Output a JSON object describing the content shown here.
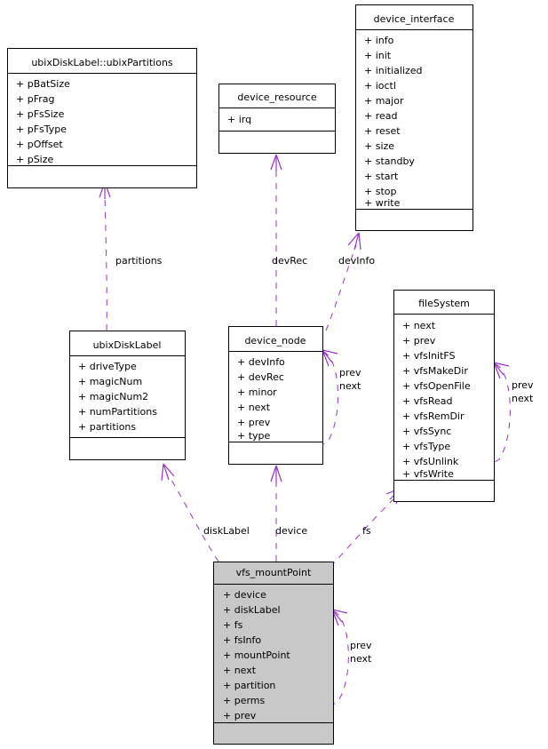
{
  "diagram": {
    "type": "uml-class-collaboration-diagram",
    "background_color": "#ffffff",
    "edge_color": "#9a32cd",
    "highlight_fill": "#c8c8c8",
    "box_fill": "#ffffff",
    "box_stroke": "#000000"
  },
  "classes": [
    {
      "id": "ubixPartitions",
      "title": "ubixDiskLabel::ubixPartitions",
      "members": [
        "+ pBatSize",
        "+ pFrag",
        "+ pFsSize",
        "+ pFsType",
        "+ pOffset",
        "+ pSize"
      ],
      "methods": [],
      "highlighted": false
    },
    {
      "id": "device_resource",
      "title": "device_resource",
      "members": [
        "+ irq"
      ],
      "methods": [],
      "highlighted": false
    },
    {
      "id": "device_interface",
      "title": "device_interface",
      "members": [
        "+ info",
        "+ init",
        "+ initialized",
        "+ ioctl",
        "+ major",
        "+ read",
        "+ reset",
        "+ size",
        "+ standby",
        "+ start",
        "+ stop",
        "+ write"
      ],
      "methods": [],
      "highlighted": false
    },
    {
      "id": "ubixDiskLabel",
      "title": "ubixDiskLabel",
      "members": [
        "+ driveType",
        "+ magicNum",
        "+ magicNum2",
        "+ numPartitions",
        "+ partitions"
      ],
      "methods": [],
      "highlighted": false
    },
    {
      "id": "device_node",
      "title": "device_node",
      "members": [
        "+ devInfo",
        "+ devRec",
        "+ minor",
        "+ next",
        "+ prev",
        "+ type"
      ],
      "methods": [],
      "highlighted": false
    },
    {
      "id": "fileSystem",
      "title": "fileSystem",
      "members": [
        "+ next",
        "+ prev",
        "+ vfsInitFS",
        "+ vfsMakeDir",
        "+ vfsOpenFile",
        "+ vfsRead",
        "+ vfsRemDir",
        "+ vfsSync",
        "+ vfsType",
        "+ vfsUnlink",
        "+ vfsWrite"
      ],
      "methods": [],
      "highlighted": false
    },
    {
      "id": "vfs_mountPoint",
      "title": "vfs_mountPoint",
      "members": [
        "+ device",
        "+ diskLabel",
        "+ fs",
        "+ fsInfo",
        "+ mountPoint",
        "+ next",
        "+ partition",
        "+ perms",
        "+ prev"
      ],
      "methods": [],
      "highlighted": true
    }
  ],
  "edges": [
    {
      "id": "e-partitions",
      "label": "partitions",
      "from": "ubixDiskLabel",
      "to": "ubixPartitions"
    },
    {
      "id": "e-devRec",
      "label": "devRec",
      "from": "device_node",
      "to": "device_resource"
    },
    {
      "id": "e-devInfo",
      "label": "devInfo",
      "from": "device_node",
      "to": "device_interface"
    },
    {
      "id": "e-devnode-prevnext",
      "label_line1": "prev",
      "label_line2": "next",
      "from": "device_node",
      "to": "device_node"
    },
    {
      "id": "e-fs-prevnext",
      "label_line1": "prev",
      "label_line2": "next",
      "from": "fileSystem",
      "to": "fileSystem"
    },
    {
      "id": "e-diskLabel",
      "label": "diskLabel",
      "from": "vfs_mountPoint",
      "to": "ubixDiskLabel"
    },
    {
      "id": "e-device",
      "label": "device",
      "from": "vfs_mountPoint",
      "to": "device_node"
    },
    {
      "id": "e-fs",
      "label": "fs",
      "from": "vfs_mountPoint",
      "to": "fileSystem"
    },
    {
      "id": "e-mp-prevnext",
      "label_line1": "prev",
      "label_line2": "next",
      "from": "vfs_mountPoint",
      "to": "vfs_mountPoint"
    }
  ]
}
